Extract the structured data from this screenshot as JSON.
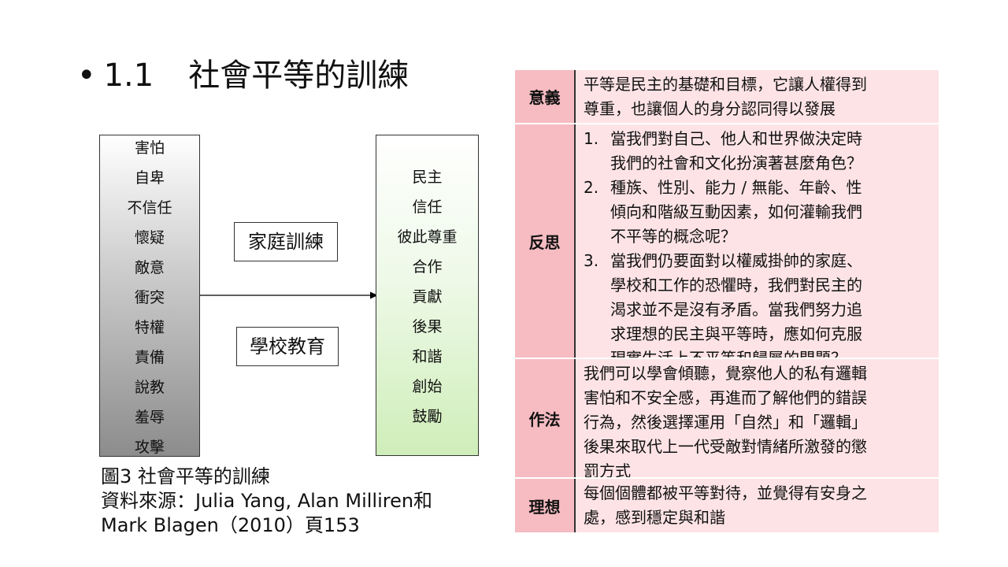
{
  "title": {
    "bullet": "•",
    "number": "1.1",
    "text": "社會平等的訓練"
  },
  "diagram": {
    "left_items": [
      "害怕",
      "自卑",
      "不信任",
      "懷疑",
      "敵意",
      "衝突",
      "特權",
      "責備",
      "說教",
      "羞辱",
      "攻擊"
    ],
    "right_items": [
      "民主",
      "信任",
      "彼此尊重",
      "合作",
      "貢獻",
      "後果",
      "和諧",
      "創始",
      "鼓勵"
    ],
    "label_top": "家庭訓練",
    "label_bottom": "學校教育"
  },
  "caption": {
    "line1": "圖3 社會平等的訓練",
    "line2": "資料來源：Julia Yang, Alan Milliren和",
    "line3": "Mark Blagen（2010）頁153"
  },
  "table": {
    "meaning_head": "意義",
    "meaning_lines": [
      "平等是民主的基礎和目標，它讓人權得到",
      "尊重，也讓個人的身分認同得以發展"
    ],
    "reflect_head": "反思",
    "reflect_items": [
      {
        "n": "1.",
        "lines": [
          "當我們對自己、他人和世界做決定時",
          "我們的社會和文化扮演著甚麼角色？"
        ]
      },
      {
        "n": "2.",
        "lines": [
          "種族、性別、能力 / 無能、年齡、性",
          "傾向和階級互動因素，如何灌輸我們",
          "不平等的概念呢？"
        ]
      },
      {
        "n": "3.",
        "lines": [
          "當我們仍要面對以權威掛帥的家庭、",
          "學校和工作的恐懼時，我們對民主的",
          "渴求並不是沒有矛盾。當我們努力追",
          "求理想的民主與平等時，應如何克服",
          "現實生活上不平等和歸屬的問題？"
        ]
      }
    ],
    "practice_head": "作法",
    "practice_lines": [
      "我們可以學會傾聽，覺察他人的私有邏輯",
      "害怕和不安全感，再進而了解他們的錯誤",
      "行為，然後選擇運用「自然」和「邏輯」",
      "後果來取代上一代受敵對情緒所激發的懲",
      "罰方式"
    ],
    "ideal_head": "理想",
    "ideal_lines": [
      "每個個體都被平等對待，並覺得有安身之",
      "處，感到穩定與和諧"
    ]
  }
}
